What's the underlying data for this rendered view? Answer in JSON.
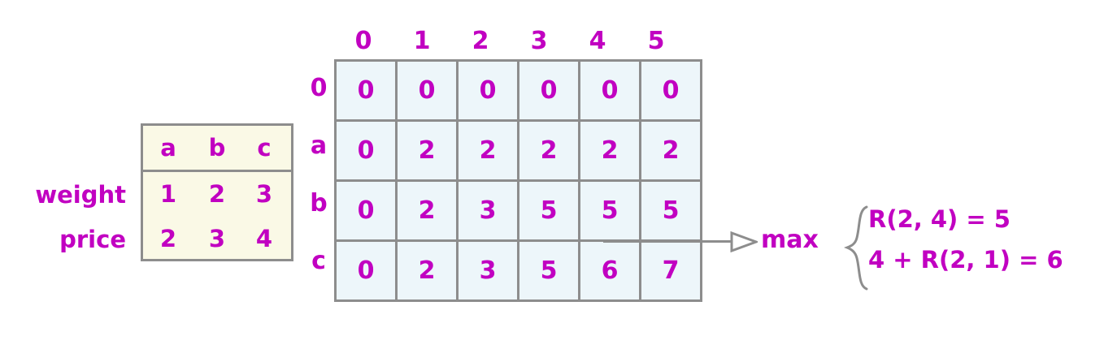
{
  "item_table": {
    "name": "items-weight-price-table",
    "columns": [
      "a",
      "b",
      "c"
    ],
    "row_captions": [
      "weight",
      "price"
    ],
    "rows": [
      {
        "caption": "weight",
        "values": [
          "1",
          "2",
          "3"
        ]
      },
      {
        "caption": "price",
        "values": [
          "2",
          "3",
          "4"
        ]
      }
    ],
    "background_color": "#faf9e6",
    "border_color": "#8d8d8d",
    "text_color": "#c100c1"
  },
  "dp_table": {
    "name": "knapsack-dp-table",
    "column_headers": [
      "0",
      "1",
      "2",
      "3",
      "4",
      "5"
    ],
    "row_headers": [
      "0",
      "a",
      "b",
      "c"
    ],
    "rows": [
      [
        "0",
        "0",
        "0",
        "0",
        "0",
        "0"
      ],
      [
        "0",
        "2",
        "2",
        "2",
        "2",
        "2"
      ],
      [
        "0",
        "2",
        "3",
        "5",
        "5",
        "5"
      ],
      [
        "0",
        "2",
        "3",
        "5",
        "6",
        "7"
      ]
    ],
    "cell_background": "#edf6fa",
    "border_color": "#8d8d8d",
    "text_color": "#c100c1"
  },
  "annotation": {
    "arrow_name": "arrow-to-max",
    "max_label": "max",
    "brace_name": "curly-brace",
    "equations": [
      "R(2, 4) = 5",
      "4 + R(2, 1) = 6"
    ]
  },
  "colors": {
    "magenta": "#c100c1",
    "gray": "#8d8d8d",
    "cell_blue": "#edf6fa",
    "cream": "#faf9e6",
    "background": "#ffffff"
  }
}
